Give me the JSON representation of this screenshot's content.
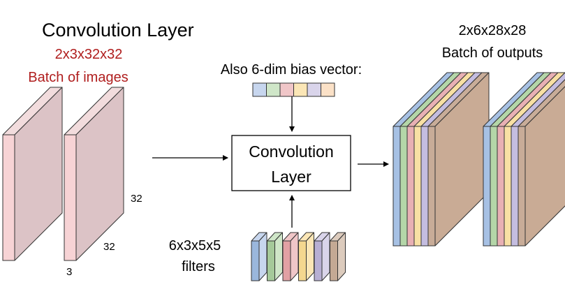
{
  "title": "Convolution Layer",
  "input": {
    "shape": "2x3x32x32",
    "label": "Batch of images",
    "dim_height": "32",
    "dim_width": "32",
    "dim_channels": "3",
    "count": 2,
    "colors": {
      "front": "#f7d3d5",
      "side": "#dcc3c6",
      "top": "#f2dcdd",
      "text": "#b01e1e"
    }
  },
  "bias": {
    "label": "Also 6-dim bias vector:",
    "colors": [
      "#c7d6ee",
      "#cfe6c8",
      "#f0c6c8",
      "#fbe6b6",
      "#d9d4ea",
      "#fbe1c7"
    ]
  },
  "layer": {
    "line1": "Convolution",
    "line2": "Layer"
  },
  "filters": {
    "shape": "6x3x5x5",
    "label": "filters",
    "colors": [
      {
        "front": "#9ab7dc",
        "side": "#c7d6ee"
      },
      {
        "front": "#a5c99a",
        "side": "#cfe6c8"
      },
      {
        "front": "#e2a0a4",
        "side": "#f0c6c8"
      },
      {
        "front": "#f4d78f",
        "side": "#fbe6b6"
      },
      {
        "front": "#b7afd3",
        "side": "#d9d4ea"
      },
      {
        "front": "#c4a994",
        "side": "#dccbbd"
      }
    ]
  },
  "output": {
    "shape": "2x6x28x28",
    "label": "Batch of outputs",
    "count": 2,
    "slice_colors": [
      "#a7c1e4",
      "#b4d6a8",
      "#e8b0b4",
      "#f8e0a4",
      "#c4bde0",
      "#c8ac98"
    ],
    "colors": {
      "side": "#c9ab95",
      "top": "#e4d3c6"
    }
  }
}
